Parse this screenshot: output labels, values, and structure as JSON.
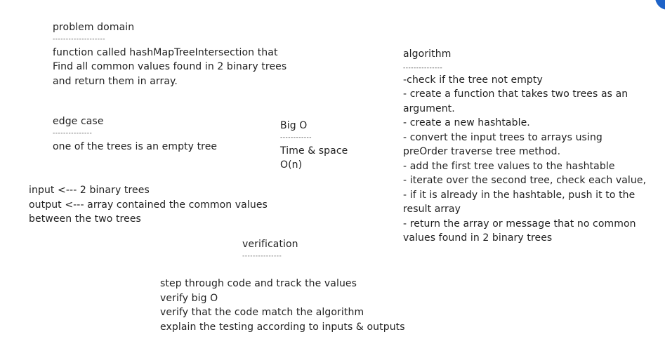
{
  "problem_domain": {
    "title": "problem domain",
    "separator": "--------------------",
    "lines": [
      "function called hashMapTreeIntersection  that",
      "Find all common values found in 2 binary trees",
      "and return them in array."
    ]
  },
  "edge_case": {
    "title": "edge case",
    "separator": "---------------",
    "line": "one of the trees is an empty tree"
  },
  "big_o": {
    "title": "Big O",
    "separator": "------------",
    "lines": [
      "Time & space",
      "O(n)"
    ]
  },
  "io": {
    "lines": [
      "input <--- 2 binary trees",
      "output <--- array contained the common values",
      "between the two trees"
    ]
  },
  "algorithm": {
    "title": "algorithm",
    "separator": "---------------",
    "lines": [
      "-check if the tree not empty",
      "- create a function that takes two trees as an",
      "argument.",
      "- create a new hashtable.",
      "- convert the input trees to arrays using",
      "preOrder traverse tree method.",
      "- add the first tree values to the hashtable",
      "- iterate over the second tree, check each value,",
      "- if it is already in the hashtable, push it to the",
      "result array",
      "- return the array or message that no common",
      "values found in 2 binary trees"
    ]
  },
  "verification": {
    "title": "verification",
    "separator": "---------------",
    "lines": [
      "step through code and track the values",
      "verify big O",
      "verify that the code match the algorithm",
      "explain the testing according to inputs & outputs"
    ]
  }
}
